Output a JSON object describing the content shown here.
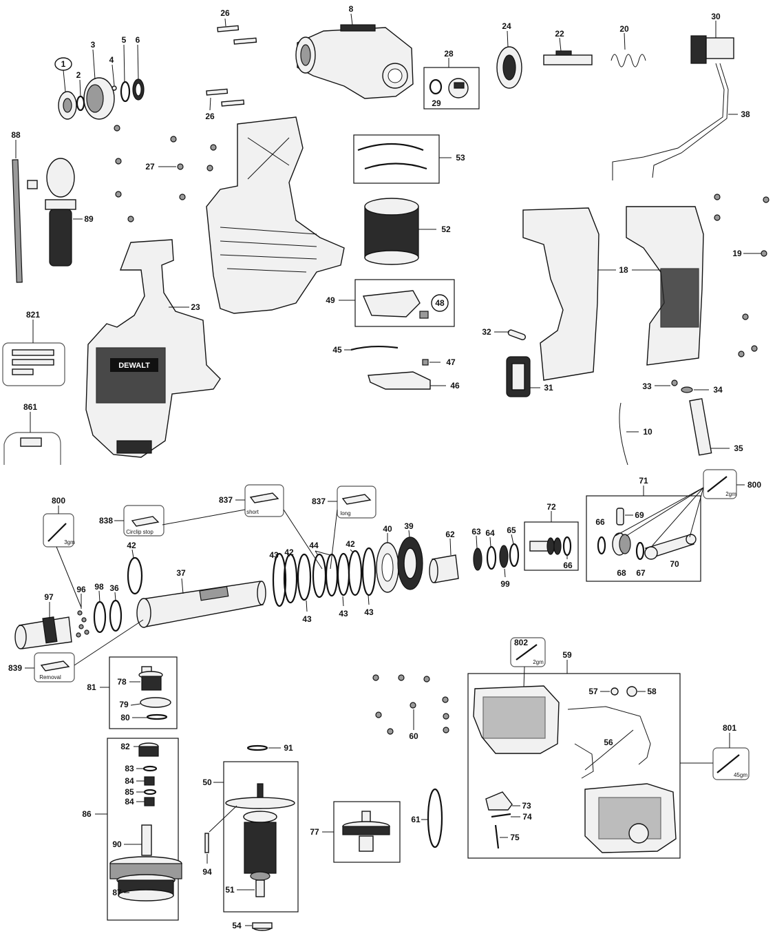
{
  "brand": "DEWALT",
  "captions": {
    "short": "short",
    "long": "long",
    "circlip_stop": "Circlip stop",
    "removal": "Removal",
    "grease_3": "3gm",
    "grease_2a": "2gm",
    "grease_2b": "2gm",
    "grease_45": "45gm"
  },
  "labels": {
    "p1": "1",
    "p2": "2",
    "p3": "3",
    "p4": "4",
    "p5": "5",
    "p6": "6",
    "p8": "8",
    "p10": "10",
    "p18": "18",
    "p19": "19",
    "p20": "20",
    "p22": "22",
    "p23": "23",
    "p24": "24",
    "p26a": "26",
    "p26b": "26",
    "p27": "27",
    "p28": "28",
    "p29": "29",
    "p30": "30",
    "p31": "31",
    "p32": "32",
    "p33": "33",
    "p34": "34",
    "p35": "35",
    "p36": "36",
    "p37": "37",
    "p38": "38",
    "p39": "39",
    "p40": "40",
    "p42a": "42",
    "p42b": "42",
    "p42c": "42",
    "p43a": "43",
    "p43b": "43",
    "p43c": "43",
    "p43d": "43",
    "p44": "44",
    "p45": "45",
    "p46": "46",
    "p47": "47",
    "p48": "48",
    "p49": "49",
    "p50": "50",
    "p51": "51",
    "p52": "52",
    "p53": "53",
    "p54": "54",
    "p56": "56",
    "p57": "57",
    "p58": "58",
    "p59": "59",
    "p60": "60",
    "p61": "61",
    "p62": "62",
    "p63": "63",
    "p64": "64",
    "p65": "65",
    "p66a": "66",
    "p66b": "66",
    "p67": "67",
    "p68": "68",
    "p69": "69",
    "p70": "70",
    "p71": "71",
    "p72": "72",
    "p73": "73",
    "p74": "74",
    "p75": "75",
    "p77": "77",
    "p78": "78",
    "p79": "79",
    "p80": "80",
    "p81": "81",
    "p82": "82",
    "p83": "83",
    "p84a": "84",
    "p84b": "84",
    "p85": "85",
    "p86": "86",
    "p87": "87",
    "p88": "88",
    "p89": "89",
    "p90": "90",
    "p91": "91",
    "p94": "94",
    "p96": "96",
    "p97": "97",
    "p98": "98",
    "p99": "99",
    "p800a": "800",
    "p800b": "800",
    "p801": "801",
    "p802": "802",
    "p821": "821",
    "p837a": "837",
    "p837b": "837",
    "p838": "838",
    "p839": "839",
    "p861": "861"
  }
}
